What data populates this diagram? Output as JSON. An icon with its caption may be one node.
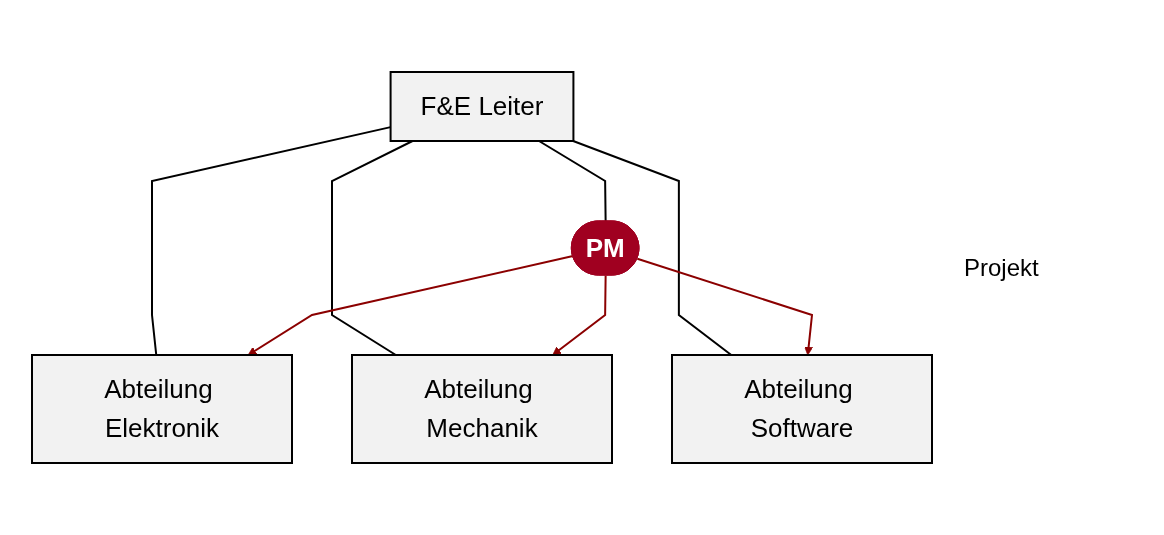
{
  "diagram": {
    "nodes": [
      {
        "text": [
          "F&E Leiter"
        ]
      },
      {
        "text": [
          "PM"
        ]
      },
      {
        "text": [
          "Abteilung Elektronik"
        ]
      },
      {
        "text": [
          "Abteilung Mechanik"
        ]
      },
      {
        "text": [
          "Abteilung Software"
        ]
      }
    ],
    "edges": [
      {
        "from": 0,
        "to": 1,
        "arrow": "none"
      },
      {
        "from": 0,
        "to": 2,
        "arrow": "none"
      },
      {
        "from": 0,
        "to": 3,
        "arrow": "none"
      },
      {
        "from": 0,
        "to": 4,
        "arrow": "none"
      },
      {
        "from": 1,
        "to": 2,
        "arrow": "to",
        "color": "#8b0000"
      },
      {
        "from": 1,
        "to": 3,
        "arrow": "to",
        "color": "#8b0000"
      },
      {
        "from": 1,
        "to": 4,
        "arrow": "to",
        "color": "#8b0000"
      }
    ],
    "labels": [
      "Projekt"
    ]
  }
}
